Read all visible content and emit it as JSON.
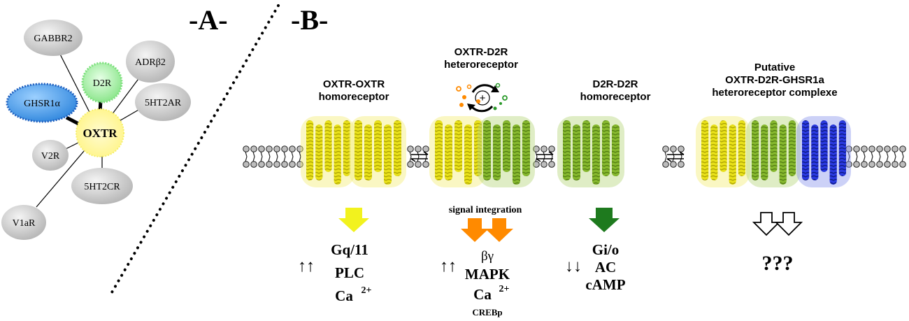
{
  "panel_a": {
    "label": "-A-",
    "center": "OXTR",
    "nodes": [
      {
        "label": "GABBR2",
        "color": "#c8c8c8",
        "dotted": false
      },
      {
        "label": "ADRβ2",
        "color": "#c8c8c8",
        "dotted": false
      },
      {
        "label": "D2R",
        "color": "#8ee88e",
        "dotted": true
      },
      {
        "label": "GHSR1α",
        "color": "#3b8fe0",
        "dotted": true
      },
      {
        "label": "5HT2AR",
        "color": "#c8c8c8",
        "dotted": false
      },
      {
        "label": "V2R",
        "color": "#c8c8c8",
        "dotted": false
      },
      {
        "label": "5HT2CR",
        "color": "#c8c8c8",
        "dotted": false
      },
      {
        "label": "V1aR",
        "color": "#c8c8c8",
        "dotted": false
      }
    ]
  },
  "panel_b": {
    "label": "-B-",
    "receptors": [
      {
        "title": [
          "OXTR-OXTR",
          "homoreceptor"
        ]
      },
      {
        "title": [
          "OXTR-D2R",
          "heteroreceptor"
        ]
      },
      {
        "title": [
          "D2R-D2R",
          "homoreceptor"
        ]
      },
      {
        "title": [
          "Putative",
          "OXTR-D2R-GHSR1a",
          "heteroreceptor complexe"
        ]
      }
    ],
    "signal_integration": "signal integration",
    "outputs": [
      {
        "trend": "↑↑",
        "lines": [
          "Gq/11",
          "PLC",
          "Ca"
        ],
        "sup": "2+"
      },
      {
        "trend": "↑↑",
        "lines": [
          "βγ",
          "MAPK",
          "Ca"
        ],
        "sup": "2+",
        "extra": "CREBp"
      },
      {
        "trend": "↓↓",
        "lines": [
          "Gi/o",
          "AC",
          "cAMP"
        ]
      },
      {
        "unknown": "???"
      }
    ],
    "colors": {
      "oxtr": "#e9e11a",
      "d2r": "#7fb32a",
      "ghsr": "#1f2fd6",
      "arrow_yellow": "#f2f21e",
      "arrow_orange": "#ff8a00",
      "arrow_green": "#1e7a1e"
    }
  }
}
